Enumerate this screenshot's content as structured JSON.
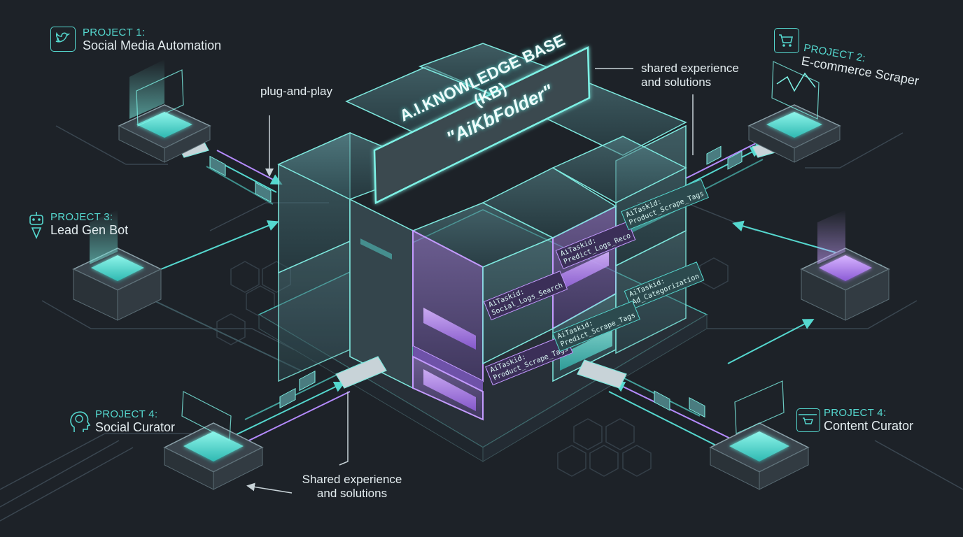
{
  "title": {
    "main": "A.I.KNOWLEDGE BASE (KB)",
    "sub": "\"AiKbFolder\""
  },
  "projects": [
    {
      "title": "PROJECT 1:",
      "name": "Social Media Automation",
      "icon": "bird-icon"
    },
    {
      "title": "PROJECT 2:",
      "name": "E-commerce Scraper",
      "icon": "cart-icon"
    },
    {
      "title": "PROJECT 3:",
      "name": "Lead Gen Bot",
      "icon": "robot-icon"
    },
    {
      "title": "PROJECT 4:",
      "name": "Social Curator",
      "icon": "head-brain-icon"
    },
    {
      "title": "PROJECT 4:",
      "name": "Content Curator",
      "icon": "browser-cart-icon"
    }
  ],
  "annotations": {
    "plug": "plug-and-play",
    "shared_top": [
      "shared experience",
      "and solutions"
    ],
    "shared_bottom": [
      "Shared experience",
      "and solutions"
    ]
  },
  "drawer_labels": [
    {
      "line1": "AiTaskid:",
      "line2": "Social_Logs_Search"
    },
    {
      "line1": "AiTaskid:",
      "line2": "Predict_Logs_Reco"
    },
    {
      "line1": "AiTaskid:",
      "line2": "Product_Scrape_Tags"
    },
    {
      "line1": "AiTaskid:",
      "line2": "Ad_Categorization"
    },
    {
      "line1": "AiTaskid:",
      "line2": "Product_Scrape_Tags"
    },
    {
      "line1": "AiTaskid:",
      "line2": "Predict_Scrape_Tags"
    }
  ],
  "colors": {
    "background": "#1d2228",
    "cyan": "#55d8cf",
    "purple": "#b58bff",
    "text": "#e3ecef"
  }
}
